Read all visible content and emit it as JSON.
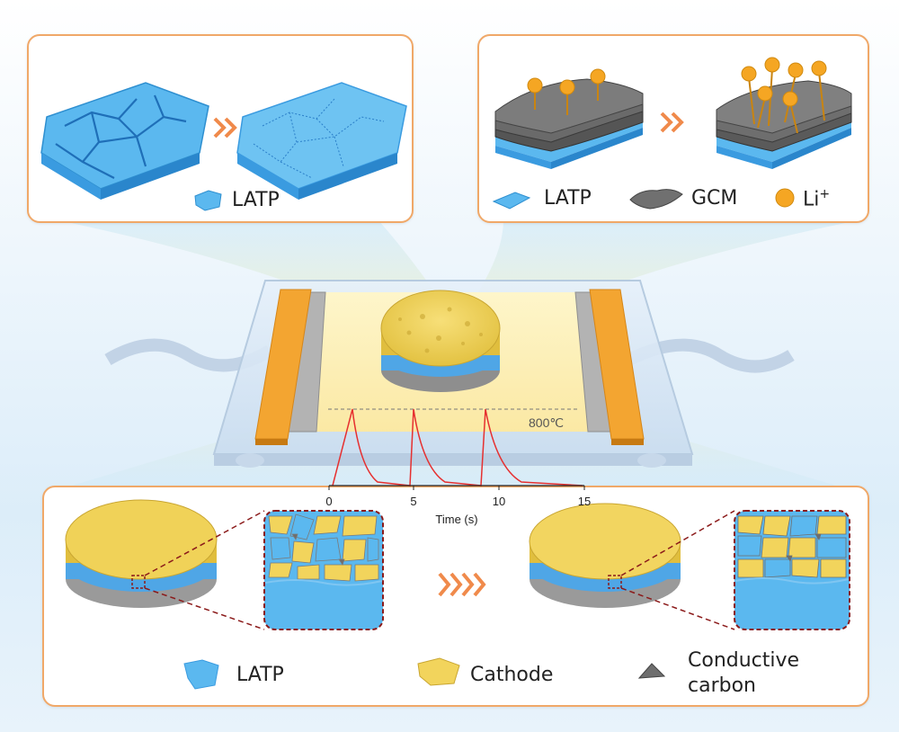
{
  "top_left_panel": {
    "legend": {
      "latp_label": "LATP"
    }
  },
  "top_right_panel": {
    "legend": {
      "latp_label": "LATP",
      "gcm_label": "GCM",
      "li_label": "Li",
      "li_superscript": "+"
    }
  },
  "heating_device": {
    "temperature_label": "800℃"
  },
  "pulse_plot": {
    "x_ticks": [
      "0",
      "5",
      "10",
      "15"
    ],
    "x_axis_label": "Time (s)"
  },
  "bottom_panel": {
    "legend": {
      "latp_label": "LATP",
      "cathode_label": "Cathode",
      "carbon_label_line1": "Conductive",
      "carbon_label_line2": "carbon"
    }
  },
  "colors": {
    "panel_border": "#f0a868",
    "latp_blue": "#5bb8ef",
    "cathode_yellow": "#f2d45c",
    "carbon_gray": "#6e6e6e",
    "li_orange": "#f5a623",
    "electrode_orange": "#f3a531",
    "pulse_red": "#e63030",
    "arrow_orange": "#f08a4b"
  }
}
